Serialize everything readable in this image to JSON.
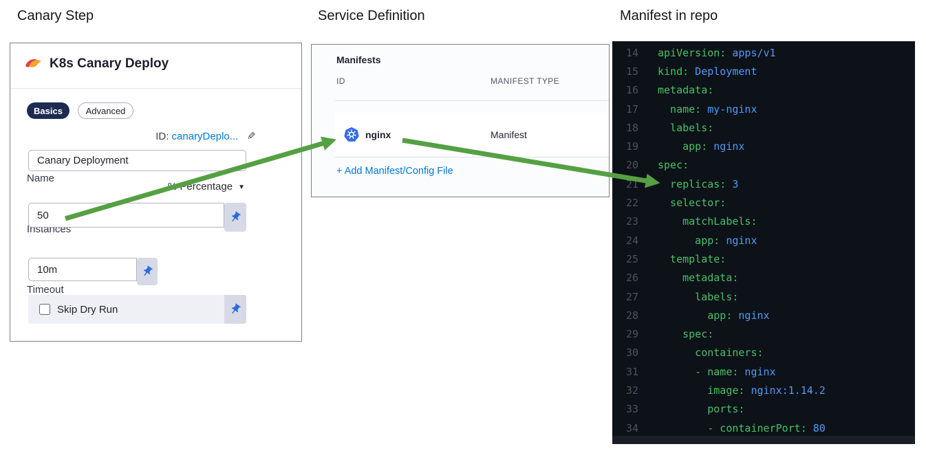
{
  "sections": {
    "canary_step": "Canary Step",
    "service_definition": "Service Definition",
    "manifest_in_repo": "Manifest in repo"
  },
  "canary_panel": {
    "title": "K8s Canary Deploy",
    "tabs": [
      {
        "label": "Basics",
        "active": true
      },
      {
        "label": "Advanced",
        "active": false
      }
    ],
    "name_label": "Name",
    "id_label": "ID:",
    "id_value": "canaryDeplo...",
    "name_value": "Canary Deployment",
    "instances_label": "Instances",
    "unit_selector_value": "% Percentage",
    "instances_value": "50",
    "timeout_label": "Timeout",
    "timeout_value": "10m",
    "skip_dry_run_label": "Skip Dry Run",
    "skip_dry_run_checked": false
  },
  "manifests_panel": {
    "title": "Manifests",
    "columns": [
      "ID",
      "MANIFEST TYPE"
    ],
    "rows": [
      {
        "id": "nginx",
        "type": "Manifest",
        "icon": "kubernetes-icon"
      }
    ],
    "add_link": "+ Add Manifest/Config File"
  },
  "editor": {
    "language": "yaml",
    "lines": [
      {
        "n": "14",
        "k": "apiVersion:",
        "v": " apps/v1"
      },
      {
        "n": "15",
        "k": "kind:",
        "v": " Deployment"
      },
      {
        "n": "16",
        "k": "metadata:",
        "v": ""
      },
      {
        "n": "17",
        "k": "  name:",
        "v": " my-nginx"
      },
      {
        "n": "18",
        "k": "  labels:",
        "v": ""
      },
      {
        "n": "19",
        "k": "    app:",
        "v": " nginx"
      },
      {
        "n": "20",
        "k": "spec:",
        "v": ""
      },
      {
        "n": "21",
        "k": "  replicas:",
        "v": " 3"
      },
      {
        "n": "22",
        "k": "  selector:",
        "v": ""
      },
      {
        "n": "23",
        "k": "    matchLabels:",
        "v": ""
      },
      {
        "n": "24",
        "k": "      app:",
        "v": " nginx"
      },
      {
        "n": "25",
        "k": "  template:",
        "v": ""
      },
      {
        "n": "26",
        "k": "    metadata:",
        "v": ""
      },
      {
        "n": "27",
        "k": "      labels:",
        "v": ""
      },
      {
        "n": "28",
        "k": "        app:",
        "v": " nginx"
      },
      {
        "n": "29",
        "k": "    spec:",
        "v": ""
      },
      {
        "n": "30",
        "k": "      containers:",
        "v": ""
      },
      {
        "n": "31",
        "k": "      - name:",
        "v": " nginx"
      },
      {
        "n": "32",
        "k": "        image:",
        "v": " nginx:1.14.2"
      },
      {
        "n": "33",
        "k": "        ports:",
        "v": ""
      },
      {
        "n": "34",
        "k": "        - containerPort:",
        "v": " 80"
      }
    ]
  },
  "icons": {
    "caret_down": "▼",
    "edit": "✎"
  },
  "colors": {
    "link_blue": "#0278d5",
    "pin_blue": "#2b6be0",
    "kubernetes_blue": "#326ce5",
    "arrow_green": "#55a043",
    "tab_active_bg": "#1d2b52",
    "code_key_green": "#45c364",
    "code_value_blue": "#539bf5",
    "editor_bg": "#0d1118"
  }
}
